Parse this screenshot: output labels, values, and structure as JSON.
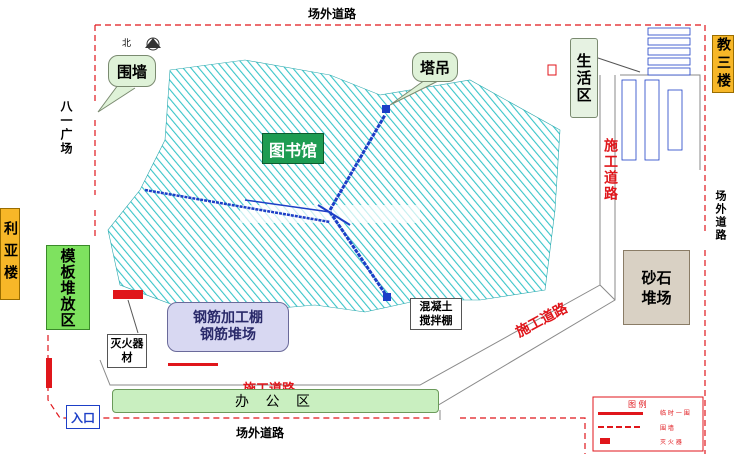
{
  "labels": {
    "road_top": "场外道路",
    "road_bottom": "场外道路",
    "road_right": "场外道路",
    "plaza_left": "八一广场",
    "north": "北",
    "fence_callout": "围墙",
    "crane_callout": "塔吊",
    "library": "图书馆",
    "living_area": "生活区",
    "construction_road_right": "施工道路",
    "construction_road_diag": "施工道路",
    "construction_road_bottom": "施工道路",
    "teaching_building": "教三楼",
    "liya_building": "利亚楼",
    "formwork_area": "模板堆放区",
    "fire_equipment": "灭火器材",
    "rebar_shed": "钢筋加工棚\n钢筋堆场",
    "concrete_shed": "混凝土\n搅拌棚",
    "sand_yard": "砂石\n堆场",
    "office_area": "办  公  区",
    "entrance": "入口",
    "legend_title": "图 例",
    "legend_items": [
      "临 时 一 围",
      "围 墙",
      "灭 火 器"
    ]
  },
  "colors": {
    "library_fill": "#39c5c9",
    "library_label_bg": "#1e9c52",
    "boundary_red": "#e0161b",
    "green_box": "#7ee25f",
    "office_bar": "#c9efc0",
    "sand_box": "#d9d1c4",
    "rebar_box": "#d8d8f2",
    "teaching_box": "#f7b728",
    "living_box": "#e6f2e2",
    "crane_blue": "#1d3fc7"
  }
}
